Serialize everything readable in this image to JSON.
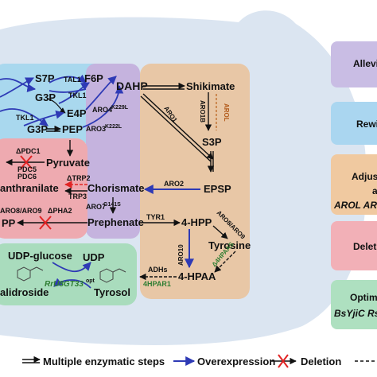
{
  "colors": {
    "cell": "#dbe5f1",
    "ppp_box": "#a9d8ee",
    "ppp_box_edge": "#5aa4d6",
    "shikimate_box": "#c5b3de",
    "aromatic_box": "#e8c7a6",
    "deletion_box": "#eeaab0",
    "glucoside_box": "#a9dcbd",
    "legend_violet": "#c9bde4",
    "legend_blue": "#aad6f0",
    "legend_orange": "#f0c9a0",
    "legend_pink": "#f2b0b7",
    "legend_green": "#aee0c0",
    "overexpression": "#2e3ab5",
    "deletion": "#e12424",
    "arol_text": "#b25a1a",
    "green_text": "#2e7d32"
  },
  "metabolites": {
    "s7p": "S7P",
    "f6p": "F6P",
    "g3p_top": "G3P",
    "e4p": "E4P",
    "g3p": "G3P",
    "pep": "PEP",
    "dahp": "DAHP",
    "shikimate": "Shikimate",
    "s3p": "S3P",
    "pyruvate": "Pyruvate",
    "anthranilate": "anthranilate",
    "chorismate": "Chorismate",
    "epsp": "EPSP",
    "pp": "PP",
    "prephenate": "Prephenate",
    "hpp": "4-HPP",
    "tyrosine": "Tyrosine",
    "hpaa": "4-HPAA",
    "udp_glucose": "UDP-glucose",
    "udp": "UDP",
    "salidroside": "alidroside",
    "tyrosol": "Tyrosol"
  },
  "enzymes": {
    "tal1_top": "TAL1",
    "tkl1_mid": "TKL1",
    "tkl1_low": "TKL1",
    "aro4": "ARO4",
    "aro4_mut": "K229L",
    "aro3": "ARO3",
    "aro3_mut": "K222L",
    "arol": "AROL",
    "aro1b": "ARO1B",
    "aro1": "ARO1",
    "dpdc1": "ΔPDC1",
    "pdc5": "PDC5",
    "pdc6": "PDC6",
    "dtrp2": "ΔTRP2",
    "trp3": "TRP3",
    "aro2": "ARO2",
    "aro8_aro9_left": "ARO8/ARO9",
    "dpha2": "ΔPHA2",
    "aro7": "ARO7",
    "aro7_mut": "G141S",
    "tyr1": "TYR1",
    "aro8_aro9_right": "ARO8/ARO9",
    "aro10": "ARO10",
    "d4hpaas": "Δ4HPAAS",
    "adhs": "ADHs",
    "hpar1": "4HPAR1",
    "ugt": "RrU8GT33",
    "ugt_sup": "opt"
  },
  "side_panels": [
    {
      "label": "Allevia",
      "sub": ""
    },
    {
      "label": "Rewi",
      "sub": ""
    },
    {
      "label": "Adjust",
      "sub": "a",
      "italic": "AROL ARO"
    },
    {
      "label": "Deleti",
      "sub": ""
    },
    {
      "label": "Optimiz",
      "sub": "",
      "italic": "BsYjiC RsU"
    }
  ],
  "legend": {
    "multi": "Multiple enzymatic steps",
    "over": "Overexpression",
    "del": "Deletion"
  }
}
